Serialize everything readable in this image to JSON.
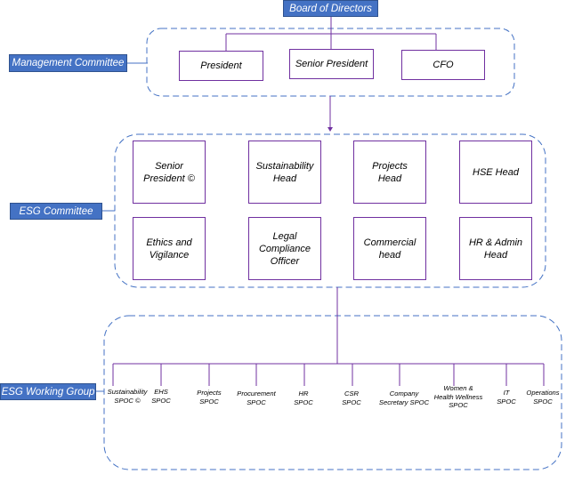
{
  "board": "Board of Directors",
  "groups": {
    "management": "Management Committee",
    "esg": "ESG Committee",
    "working": "ESG Working Group"
  },
  "management_roles": [
    "President",
    "Senior President",
    "CFO"
  ],
  "esg_roles": [
    "Senior\nPresident ©",
    "Sustainability\nHead",
    "Projects\nHead",
    "HSE Head",
    "Ethics and\nVigilance",
    "Legal\nCompliance\nOfficer",
    "Commercial\nhead",
    "HR & Admin\nHead"
  ],
  "spocs": [
    "Sustainability\nSPOC ©",
    "EHS\nSPOC",
    "Projects\nSPOC",
    "Procurement\nSPOC",
    "HR\nSPOC",
    "CSR\nSPOC",
    "Company\nSecretary SPOC",
    "Women &\nHealth Wellness\nSPOC",
    "IT\nSPOC",
    "Operations\nSPOC"
  ],
  "colors": {
    "tag": "#4472c4",
    "connector": "#7030a0",
    "group_border": "#4472c4"
  }
}
